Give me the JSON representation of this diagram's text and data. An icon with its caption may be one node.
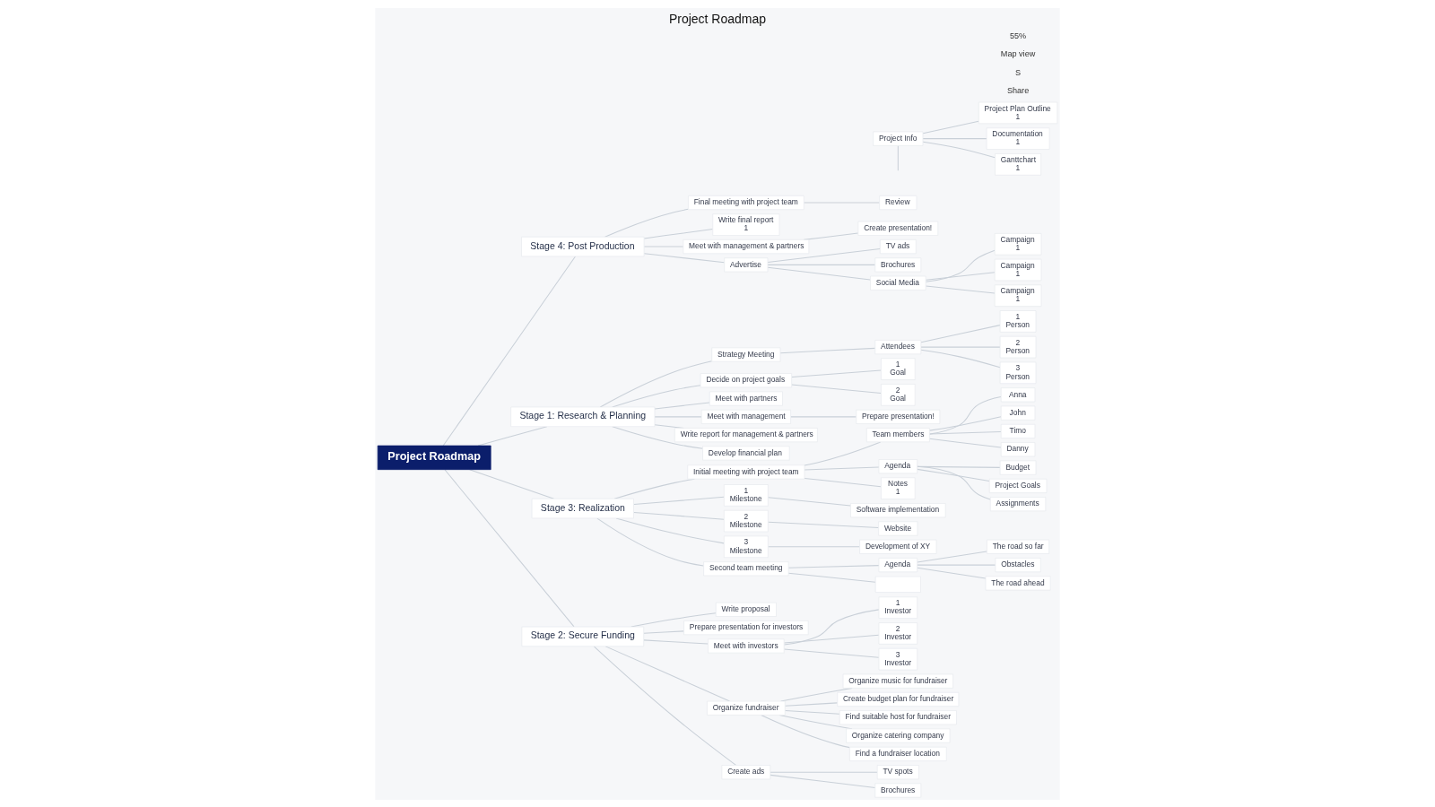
{
  "diagram": {
    "title": "Project Roadmap",
    "nodes": [
      {
        "text": [
          "Project Roadmap"
        ]
      },
      {
        "text": [
          "Stage 4: Post Production"
        ]
      },
      {
        "text": [
          "Final meeting with project team"
        ]
      },
      {
        "text": [
          "Review"
        ]
      },
      {
        "text": [
          "Write final report",
          "1"
        ]
      },
      {
        "text": [
          "Meet with management & partners"
        ]
      },
      {
        "text": [
          "Create presentation!"
        ]
      },
      {
        "text": [
          "Advertise"
        ]
      },
      {
        "text": [
          "TV ads"
        ]
      },
      {
        "text": [
          "Brochures"
        ]
      },
      {
        "text": [
          "Social Media"
        ]
      },
      {
        "text": [
          "Campaign",
          "1"
        ]
      },
      {
        "text": [
          "Campaign",
          "1"
        ]
      },
      {
        "text": [
          "Campaign",
          "1"
        ]
      },
      {
        "text": [
          "Project Info"
        ]
      },
      {
        "text": [
          "Project Plan Outline",
          "1"
        ]
      },
      {
        "text": [
          "Documentation",
          "1"
        ]
      },
      {
        "text": [
          "Ganttchart",
          "1"
        ]
      },
      {
        "text": [
          "Stage 1: Research & Planning"
        ]
      },
      {
        "text": [
          "Strategy Meeting"
        ]
      },
      {
        "text": [
          "Attendees"
        ]
      },
      {
        "text": [
          "1",
          "Person"
        ]
      },
      {
        "text": [
          "2",
          "Person"
        ]
      },
      {
        "text": [
          "3",
          "Person"
        ]
      },
      {
        "text": [
          "Decide on project goals"
        ]
      },
      {
        "text": [
          "1",
          "Goal"
        ]
      },
      {
        "text": [
          "2",
          "Goal"
        ]
      },
      {
        "text": [
          "Meet with partners"
        ]
      },
      {
        "text": [
          "Meet with management"
        ]
      },
      {
        "text": [
          "Prepare presentation!"
        ]
      },
      {
        "text": [
          "Write report for management & partners"
        ]
      },
      {
        "text": [
          "Develop financial plan"
        ]
      },
      {
        "text": [
          "Stage 3: Realization"
        ]
      },
      {
        "text": [
          "Initial meeting with project team"
        ]
      },
      {
        "text": [
          "Team members"
        ]
      },
      {
        "text": [
          "Anna"
        ]
      },
      {
        "text": [
          "John"
        ]
      },
      {
        "text": [
          "Timo"
        ]
      },
      {
        "text": [
          "Danny"
        ]
      },
      {
        "text": [
          "Agenda"
        ]
      },
      {
        "text": [
          "Budget"
        ]
      },
      {
        "text": [
          "Project Goals"
        ]
      },
      {
        "text": [
          "Assignments"
        ]
      },
      {
        "text": [
          "Notes",
          "1"
        ]
      },
      {
        "text": [
          "1",
          "Milestone"
        ]
      },
      {
        "text": [
          "Software implementation"
        ]
      },
      {
        "text": [
          "2",
          "Milestone"
        ]
      },
      {
        "text": [
          "Website"
        ]
      },
      {
        "text": [
          "3",
          "Milestone"
        ]
      },
      {
        "text": [
          "Development of XY"
        ]
      },
      {
        "text": [
          "Second team meeting"
        ]
      },
      {
        "text": [
          "Agenda"
        ]
      },
      {
        "text": [
          "The road so far"
        ]
      },
      {
        "text": [
          "Obstacles"
        ]
      },
      {
        "text": [
          "The road ahead"
        ]
      },
      {
        "text": [],
        "shape": "box"
      },
      {
        "text": [
          "Stage 2: Secure Funding"
        ]
      },
      {
        "text": [
          "Write proposal"
        ]
      },
      {
        "text": [
          "Prepare presentation for investors"
        ]
      },
      {
        "text": [
          "Meet with investors"
        ]
      },
      {
        "text": [
          "1",
          "Investor"
        ]
      },
      {
        "text": [
          "2",
          "Investor"
        ]
      },
      {
        "text": [
          "3",
          "Investor"
        ]
      },
      {
        "text": [
          "Organize fundraiser"
        ]
      },
      {
        "text": [
          "Organize music for fundraiser"
        ]
      },
      {
        "text": [
          "Create budget plan for fundraiser"
        ]
      },
      {
        "text": [
          "Find suitable host for fundraiser"
        ]
      },
      {
        "text": [
          "Organize catering company"
        ]
      },
      {
        "text": [
          "Find a fundraiser location"
        ]
      },
      {
        "text": [
          "Create ads"
        ]
      },
      {
        "text": [
          "TV spots"
        ]
      },
      {
        "text": [
          "Brochures"
        ]
      }
    ],
    "edges": [
      {
        "from": 0,
        "to": 1,
        "arrow": "none"
      },
      {
        "from": 1,
        "to": 2,
        "arrow": "none"
      },
      {
        "from": 2,
        "to": 3,
        "arrow": "none"
      },
      {
        "from": 1,
        "to": 4,
        "arrow": "none"
      },
      {
        "from": 1,
        "to": 5,
        "arrow": "none"
      },
      {
        "from": 5,
        "to": 6,
        "arrow": "none"
      },
      {
        "from": 1,
        "to": 7,
        "arrow": "none"
      },
      {
        "from": 7,
        "to": 8,
        "arrow": "none"
      },
      {
        "from": 7,
        "to": 9,
        "arrow": "none"
      },
      {
        "from": 7,
        "to": 10,
        "arrow": "none"
      },
      {
        "from": 10,
        "to": 11,
        "arrow": "none"
      },
      {
        "from": 10,
        "to": 12,
        "arrow": "none"
      },
      {
        "from": 10,
        "to": 13,
        "arrow": "none"
      },
      {
        "from": 14,
        "to": 15,
        "arrow": "none"
      },
      {
        "from": 14,
        "to": 16,
        "arrow": "none"
      },
      {
        "from": 14,
        "to": 17,
        "arrow": "none"
      },
      {
        "from": 14,
        "to": null,
        "arrow": "none"
      },
      {
        "from": 0,
        "to": 18,
        "arrow": "none"
      },
      {
        "from": 18,
        "to": 19,
        "arrow": "none"
      },
      {
        "from": 19,
        "to": 20,
        "arrow": "none"
      },
      {
        "from": 20,
        "to": 21,
        "arrow": "none"
      },
      {
        "from": 20,
        "to": 22,
        "arrow": "none"
      },
      {
        "from": 20,
        "to": 23,
        "arrow": "none"
      },
      {
        "from": 18,
        "to": 24,
        "arrow": "none"
      },
      {
        "from": 24,
        "to": 25,
        "arrow": "none"
      },
      {
        "from": 24,
        "to": 26,
        "arrow": "none"
      },
      {
        "from": 18,
        "to": 27,
        "arrow": "none"
      },
      {
        "from": 18,
        "to": 28,
        "arrow": "none"
      },
      {
        "from": 28,
        "to": 29,
        "arrow": "none"
      },
      {
        "from": 18,
        "to": 30,
        "arrow": "none"
      },
      {
        "from": 18,
        "to": 31,
        "arrow": "none"
      },
      {
        "from": 0,
        "to": 32,
        "arrow": "none"
      },
      {
        "from": 32,
        "to": 33,
        "arrow": "none"
      },
      {
        "from": 33,
        "to": 34,
        "arrow": "none"
      },
      {
        "from": 34,
        "to": 35,
        "arrow": "none"
      },
      {
        "from": 34,
        "to": 36,
        "arrow": "none"
      },
      {
        "from": 34,
        "to": 37,
        "arrow": "none"
      },
      {
        "from": 34,
        "to": 38,
        "arrow": "none"
      },
      {
        "from": 33,
        "to": 39,
        "arrow": "none"
      },
      {
        "from": 39,
        "to": 40,
        "arrow": "none"
      },
      {
        "from": 39,
        "to": 41,
        "arrow": "none"
      },
      {
        "from": 39,
        "to": 42,
        "arrow": "none"
      },
      {
        "from": 33,
        "to": 43,
        "arrow": "none"
      },
      {
        "from": 32,
        "to": 44,
        "arrow": "none"
      },
      {
        "from": 44,
        "to": 45,
        "arrow": "none"
      },
      {
        "from": 32,
        "to": 46,
        "arrow": "none"
      },
      {
        "from": 46,
        "to": 47,
        "arrow": "none"
      },
      {
        "from": 32,
        "to": 48,
        "arrow": "none"
      },
      {
        "from": 48,
        "to": 49,
        "arrow": "none"
      },
      {
        "from": 32,
        "to": 50,
        "arrow": "none"
      },
      {
        "from": 50,
        "to": 51,
        "arrow": "none"
      },
      {
        "from": 51,
        "to": 52,
        "arrow": "none"
      },
      {
        "from": 51,
        "to": 53,
        "arrow": "none"
      },
      {
        "from": 51,
        "to": 54,
        "arrow": "none"
      },
      {
        "from": 50,
        "to": 55,
        "arrow": "none"
      },
      {
        "from": 0,
        "to": 56,
        "arrow": "none"
      },
      {
        "from": 56,
        "to": 57,
        "arrow": "none"
      },
      {
        "from": 56,
        "to": 58,
        "arrow": "none"
      },
      {
        "from": 56,
        "to": 59,
        "arrow": "none"
      },
      {
        "from": 59,
        "to": 60,
        "arrow": "none"
      },
      {
        "from": 59,
        "to": 61,
        "arrow": "none"
      },
      {
        "from": 59,
        "to": 62,
        "arrow": "none"
      },
      {
        "from": 56,
        "to": 63,
        "arrow": "none"
      },
      {
        "from": 63,
        "to": 64,
        "arrow": "none"
      },
      {
        "from": 63,
        "to": 65,
        "arrow": "none"
      },
      {
        "from": 63,
        "to": 66,
        "arrow": "none"
      },
      {
        "from": 63,
        "to": 67,
        "arrow": "none"
      },
      {
        "from": 63,
        "to": 68,
        "arrow": "none"
      },
      {
        "from": 56,
        "to": 69,
        "arrow": "none"
      },
      {
        "from": 69,
        "to": 70,
        "arrow": "none"
      },
      {
        "from": 69,
        "to": 71,
        "arrow": "none"
      }
    ],
    "labels": [
      "Share",
      "S",
      "Map view",
      "55%"
    ]
  }
}
